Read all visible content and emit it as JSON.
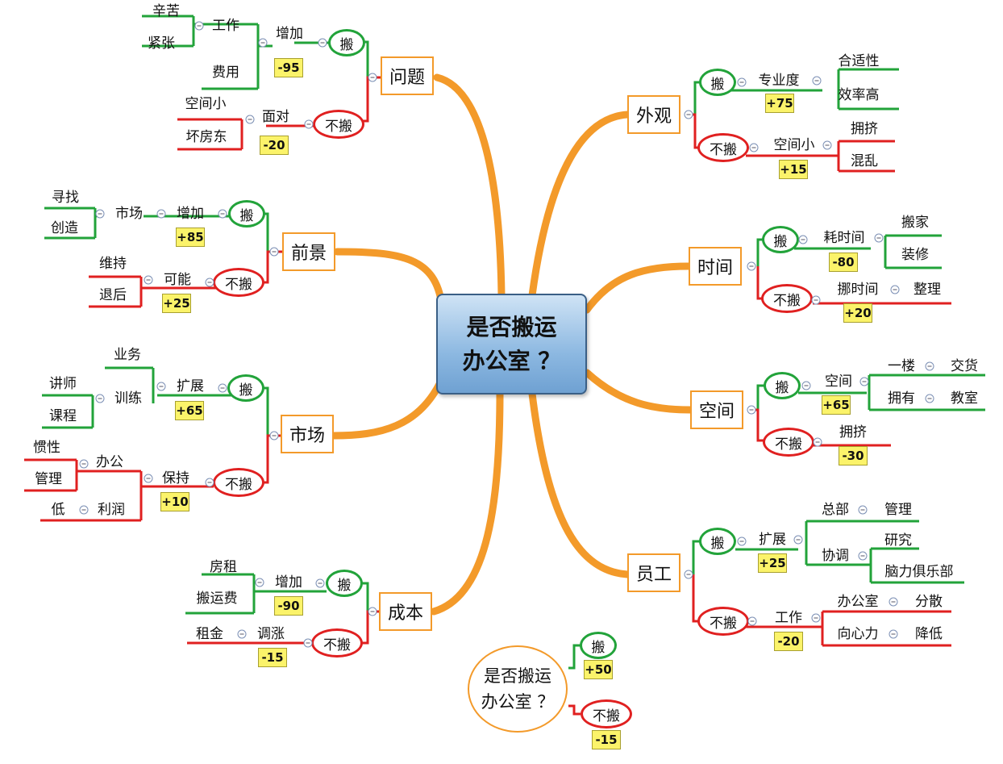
{
  "colors": {
    "branch": "#f39a2a",
    "move": "#22a33a",
    "stay": "#e02020",
    "score_bg": "#fbf36a"
  },
  "center": {
    "line1": "是否搬运",
    "line2": "办公室 ？"
  },
  "move": "搬",
  "stay": "不搬",
  "topics": {
    "wenti": {
      "label": "问题",
      "move_score": "-95",
      "stay_score": "-20",
      "move_node": "增加",
      "move_children": [
        "工作",
        "费用"
      ],
      "move_grandchildren": [
        "辛苦",
        "紧张"
      ],
      "stay_node": "面对",
      "stay_children": [
        "空间小",
        "坏房东"
      ]
    },
    "qianjing": {
      "label": "前景",
      "move_score": "+85",
      "stay_score": "+25",
      "move_node": "增加",
      "move_child": "市场",
      "move_grandchildren": [
        "寻找",
        "创造"
      ],
      "stay_node": "可能",
      "stay_children": [
        "维持",
        "退后"
      ]
    },
    "shichang": {
      "label": "市场",
      "move_score": "+65",
      "stay_score": "+10",
      "move_node": "扩展",
      "move_children": [
        "业务",
        "训练"
      ],
      "move_grandchildren": [
        "讲师",
        "课程"
      ],
      "stay_node": "保持",
      "stay_children": [
        "办公",
        "利润"
      ],
      "stay_grand_a": [
        "惯性",
        "管理"
      ],
      "stay_grand_b": "低"
    },
    "chengben": {
      "label": "成本",
      "move_score": "-90",
      "stay_score": "-15",
      "move_node": "增加",
      "move_children": [
        "房租",
        "搬运费"
      ],
      "stay_node": "调涨",
      "stay_child": "租金"
    },
    "waiguan": {
      "label": "外观",
      "move_score": "+75",
      "stay_score": "+15",
      "move_node": "专业度",
      "move_children": [
        "合适性",
        "效率高"
      ],
      "stay_node": "空间小",
      "stay_children": [
        "拥挤",
        "混乱"
      ]
    },
    "shijian": {
      "label": "时间",
      "move_score": "-80",
      "stay_score": "+20",
      "move_node": "耗时间",
      "move_children": [
        "搬家",
        "装修"
      ],
      "stay_node": "挪时间",
      "stay_child": "整理"
    },
    "kongjian": {
      "label": "空间",
      "move_score": "+65",
      "stay_score": "-30",
      "move_node": "空间",
      "move_children": [
        "一楼",
        "拥有"
      ],
      "move_grandchildren": [
        "交货",
        "教室"
      ],
      "stay_node": "拥挤"
    },
    "yuangong": {
      "label": "员工",
      "move_score": "+25",
      "stay_score": "-20",
      "move_node": "扩展",
      "move_children": [
        "总部",
        "协调"
      ],
      "move_grand_a": "管理",
      "move_grand_b": [
        "研究",
        "脑力俱乐部"
      ],
      "stay_node": "工作",
      "stay_children": [
        "办公室",
        "向心力"
      ],
      "stay_grandchildren": [
        "分散",
        "降低"
      ]
    }
  },
  "summary": {
    "line1": "是否搬运",
    "line2": "办公室 ？",
    "move_score": "+50",
    "stay_score": "-15"
  }
}
